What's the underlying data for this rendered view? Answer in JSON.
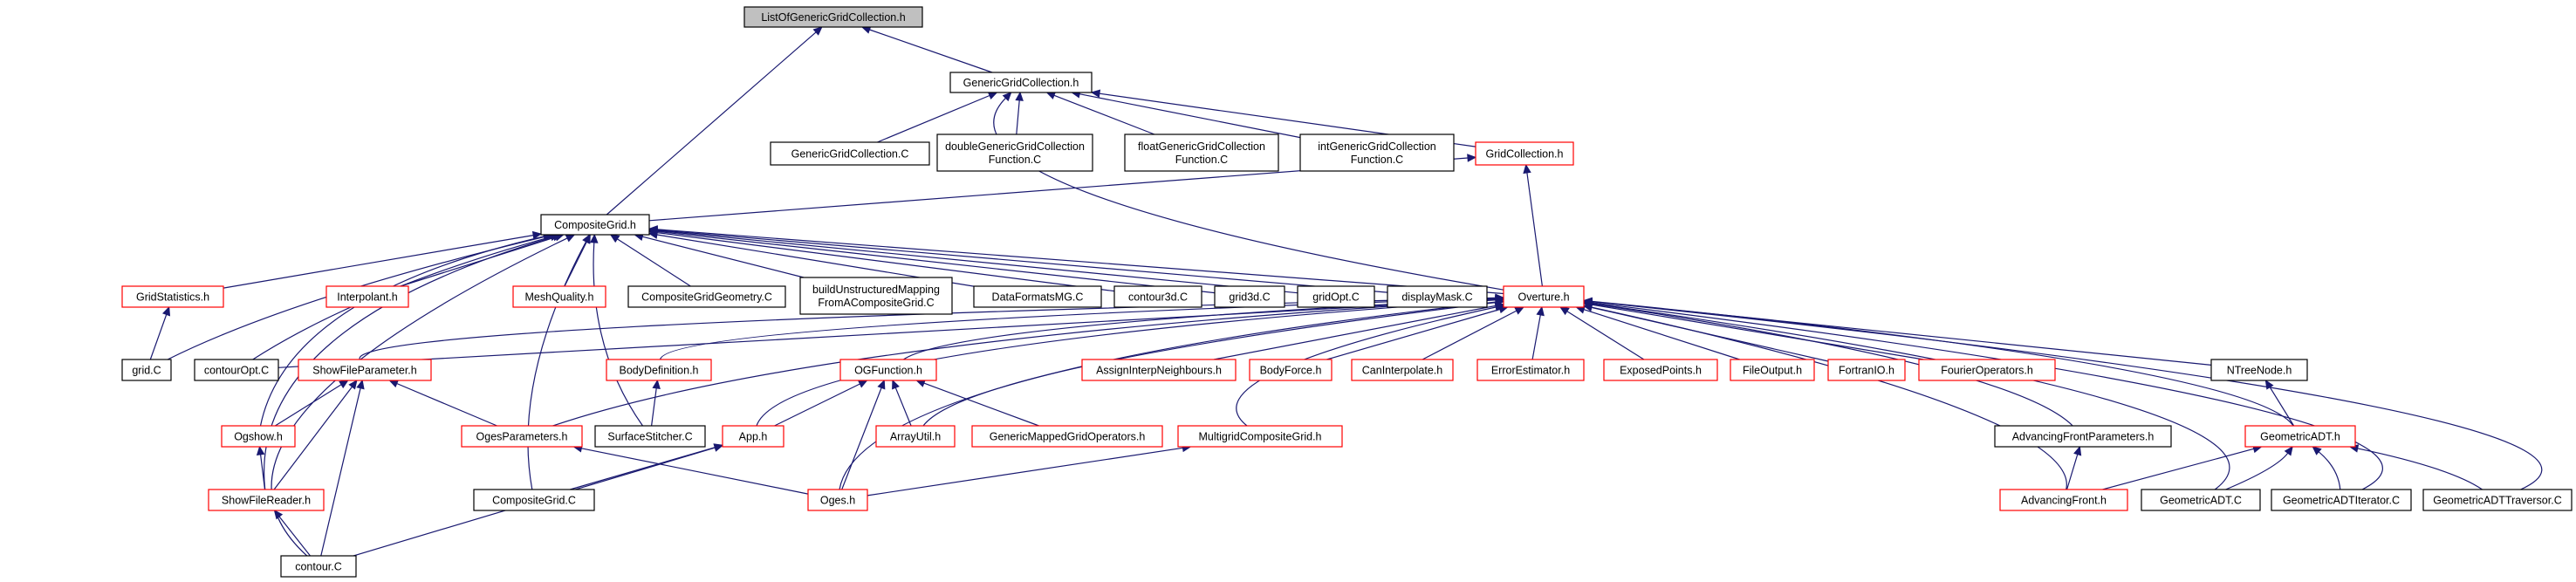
{
  "diagram": {
    "title": "",
    "colors": {
      "edge": "#191970",
      "node_border_normal": "#000000",
      "node_border_incomplete": "#ff0000",
      "root_fill": "#c0c0c0",
      "node_fill": "#ffffff"
    },
    "nodes": [
      {
        "id": "lggc",
        "label": "ListOfGenericGridCollection.h",
        "border": "root"
      },
      {
        "id": "ggc",
        "label": "GenericGridCollection.h",
        "border": "black"
      },
      {
        "id": "ggcC",
        "label": "GenericGridCollection.C",
        "border": "black"
      },
      {
        "id": "dggcf",
        "label": "doubleGenericGridCollection\nFunction.C",
        "border": "black"
      },
      {
        "id": "fggcf",
        "label": "floatGenericGridCollection\nFunction.C",
        "border": "black"
      },
      {
        "id": "iggcf",
        "label": "intGenericGridCollection\nFunction.C",
        "border": "black"
      },
      {
        "id": "gc",
        "label": "GridCollection.h",
        "border": "red"
      },
      {
        "id": "cg",
        "label": "CompositeGrid.h",
        "border": "black"
      },
      {
        "id": "gstat",
        "label": "GridStatistics.h",
        "border": "red"
      },
      {
        "id": "interp",
        "label": "Interpolant.h",
        "border": "red"
      },
      {
        "id": "mq",
        "label": "MeshQuality.h",
        "border": "red"
      },
      {
        "id": "cgg",
        "label": "CompositeGridGeometry.C",
        "border": "black"
      },
      {
        "id": "bum",
        "label": "buildUnstructuredMapping\nFromACompositeGrid.C",
        "border": "black"
      },
      {
        "id": "dfmg",
        "label": "DataFormatsMG.C",
        "border": "black"
      },
      {
        "id": "c3d",
        "label": "contour3d.C",
        "border": "black"
      },
      {
        "id": "g3d",
        "label": "grid3d.C",
        "border": "black"
      },
      {
        "id": "gopt",
        "label": "gridOpt.C",
        "border": "black"
      },
      {
        "id": "dmask",
        "label": "displayMask.C",
        "border": "black"
      },
      {
        "id": "ov",
        "label": "Overture.h",
        "border": "red"
      },
      {
        "id": "gridC",
        "label": "grid.C",
        "border": "black"
      },
      {
        "id": "copt",
        "label": "contourOpt.C",
        "border": "black"
      },
      {
        "id": "sfp",
        "label": "ShowFileParameter.h",
        "border": "red"
      },
      {
        "id": "bd",
        "label": "BodyDefinition.h",
        "border": "red"
      },
      {
        "id": "ogf",
        "label": "OGFunction.h",
        "border": "red"
      },
      {
        "id": "ain",
        "label": "AssignInterpNeighbours.h",
        "border": "red"
      },
      {
        "id": "bf",
        "label": "BodyForce.h",
        "border": "red"
      },
      {
        "id": "ci",
        "label": "CanInterpolate.h",
        "border": "red"
      },
      {
        "id": "ee",
        "label": "ErrorEstimator.h",
        "border": "red"
      },
      {
        "id": "ep",
        "label": "ExposedPoints.h",
        "border": "red"
      },
      {
        "id": "fo",
        "label": "FileOutput.h",
        "border": "red"
      },
      {
        "id": "fio",
        "label": "FortranIO.h",
        "border": "red"
      },
      {
        "id": "fop",
        "label": "FourierOperators.h",
        "border": "red"
      },
      {
        "id": "ntn",
        "label": "NTreeNode.h",
        "border": "black"
      },
      {
        "id": "ogshow",
        "label": "Ogshow.h",
        "border": "red"
      },
      {
        "id": "ogesp",
        "label": "OgesParameters.h",
        "border": "red"
      },
      {
        "id": "ss",
        "label": "SurfaceStitcher.C",
        "border": "black"
      },
      {
        "id": "app",
        "label": "App.h",
        "border": "red"
      },
      {
        "id": "au",
        "label": "ArrayUtil.h",
        "border": "red"
      },
      {
        "id": "gmgo",
        "label": "GenericMappedGridOperators.h",
        "border": "red"
      },
      {
        "id": "mgcg",
        "label": "MultigridCompositeGrid.h",
        "border": "red"
      },
      {
        "id": "afp",
        "label": "AdvancingFrontParameters.h",
        "border": "black"
      },
      {
        "id": "gadt",
        "label": "GeometricADT.h",
        "border": "red"
      },
      {
        "id": "sfr",
        "label": "ShowFileReader.h",
        "border": "red"
      },
      {
        "id": "cgC",
        "label": "CompositeGrid.C",
        "border": "black"
      },
      {
        "id": "oges",
        "label": "Oges.h",
        "border": "red"
      },
      {
        "id": "af",
        "label": "AdvancingFront.h",
        "border": "red"
      },
      {
        "id": "gadtC",
        "label": "GeometricADT.C",
        "border": "black"
      },
      {
        "id": "gadtI",
        "label": "GeometricADTIterator.C",
        "border": "black"
      },
      {
        "id": "gadtT",
        "label": "GeometricADTTraversor.C",
        "border": "black"
      },
      {
        "id": "contourC",
        "label": "contour.C",
        "border": "black"
      }
    ],
    "edges": [
      [
        "ggc",
        "lggc"
      ],
      [
        "cg",
        "lggc"
      ],
      [
        "ggcC",
        "ggc"
      ],
      [
        "dggcf",
        "ggc"
      ],
      [
        "fggcf",
        "ggc"
      ],
      [
        "iggcf",
        "ggc"
      ],
      [
        "gc",
        "ggc"
      ],
      [
        "ov",
        "ggc"
      ],
      [
        "cg",
        "gc"
      ],
      [
        "ov",
        "gc"
      ],
      [
        "gstat",
        "cg"
      ],
      [
        "interp",
        "cg"
      ],
      [
        "mq",
        "cg"
      ],
      [
        "cgg",
        "cg"
      ],
      [
        "bum",
        "cg"
      ],
      [
        "dfmg",
        "cg"
      ],
      [
        "c3d",
        "cg"
      ],
      [
        "g3d",
        "cg"
      ],
      [
        "gopt",
        "cg"
      ],
      [
        "dmask",
        "cg"
      ],
      [
        "ov",
        "cg"
      ],
      [
        "gridC",
        "cg"
      ],
      [
        "copt",
        "cg"
      ],
      [
        "ogshow",
        "cg"
      ],
      [
        "sfr",
        "cg"
      ],
      [
        "ss",
        "cg"
      ],
      [
        "cgC",
        "cg"
      ],
      [
        "contourC",
        "cg"
      ],
      [
        "gridC",
        "gstat"
      ],
      [
        "copt",
        "ov"
      ],
      [
        "sfp",
        "ov"
      ],
      [
        "bd",
        "ov"
      ],
      [
        "ogf",
        "ov"
      ],
      [
        "ain",
        "ov"
      ],
      [
        "bf",
        "ov"
      ],
      [
        "ci",
        "ov"
      ],
      [
        "ee",
        "ov"
      ],
      [
        "ep",
        "ov"
      ],
      [
        "fo",
        "ov"
      ],
      [
        "fio",
        "ov"
      ],
      [
        "fop",
        "ov"
      ],
      [
        "ntn",
        "ov"
      ],
      [
        "app",
        "ov"
      ],
      [
        "au",
        "ov"
      ],
      [
        "mgcg",
        "ov"
      ],
      [
        "ogesp",
        "ov"
      ],
      [
        "oges",
        "ov"
      ],
      [
        "afp",
        "ov"
      ],
      [
        "af",
        "ov"
      ],
      [
        "gadt",
        "ov"
      ],
      [
        "gadtC",
        "ov"
      ],
      [
        "gadtI",
        "ov"
      ],
      [
        "gadtT",
        "ov"
      ],
      [
        "ogshow",
        "sfp"
      ],
      [
        "sfr",
        "sfp"
      ],
      [
        "ogesp",
        "sfp"
      ],
      [
        "contourC",
        "sfp"
      ],
      [
        "sfr",
        "ogshow"
      ],
      [
        "contourC",
        "sfr"
      ],
      [
        "ss",
        "bd"
      ],
      [
        "app",
        "ogf"
      ],
      [
        "au",
        "ogf"
      ],
      [
        "gmgo",
        "ogf"
      ],
      [
        "oges",
        "ogf"
      ],
      [
        "cgC",
        "app"
      ],
      [
        "contourC",
        "app"
      ],
      [
        "oges",
        "ogesp"
      ],
      [
        "oges",
        "mgcg"
      ],
      [
        "af",
        "afp"
      ],
      [
        "af",
        "gadt"
      ],
      [
        "gadt",
        "ntn"
      ],
      [
        "gadtC",
        "gadt"
      ],
      [
        "gadtI",
        "gadt"
      ],
      [
        "gadtT",
        "gadt"
      ]
    ]
  }
}
